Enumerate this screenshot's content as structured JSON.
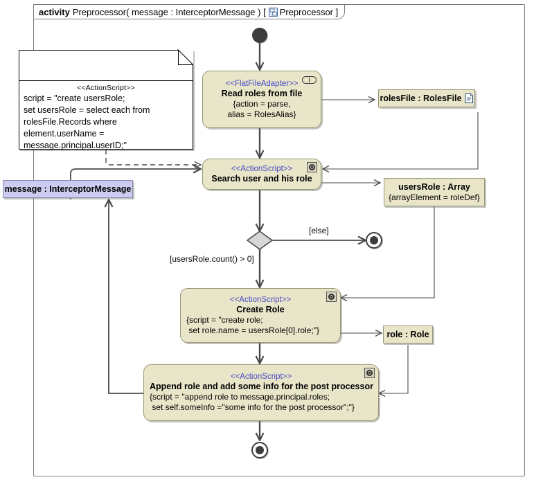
{
  "frame": {
    "keyword": "activity",
    "signature": "Preprocessor( message : InterceptorMessage ) [",
    "icon": "class-diagram-icon",
    "classifier": "Preprocessor ]"
  },
  "note": {
    "stereotype": "<<ActionScript>>",
    "text": "script = \"create usersRole;\nset usersRole = select each from\nrolesFile.Records where\nelement.userName =\nmessage.principal.userID;\""
  },
  "nodes": {
    "read_roles": {
      "stereotype": "<<FlatFileAdapter>>",
      "name": "Read roles from file",
      "props": "{action = parse,\nalias = RolesAlias}",
      "icon": "pill-adapter-icon"
    },
    "search_user": {
      "stereotype": "<<ActionScript>>",
      "name": "Search user and his role",
      "icon": "gear-icon"
    },
    "create_role": {
      "stereotype": "<<ActionScript>>",
      "name": "Create Role",
      "props": "{script = \"create role;\n set role.name = usersRole[0].role;\"}",
      "icon": "gear-icon"
    },
    "append_role": {
      "stereotype": "<<ActionScript>>",
      "name": "Append role and add some info for the post processor",
      "props": "{script = \"append role to message.principal.roles;\n set self.someInfo =\"some info for the post processor\";\"}",
      "icon": "gear-icon"
    }
  },
  "objects": {
    "roles_file": {
      "label": "rolesFile : RolesFile",
      "icon": "file-icon"
    },
    "users_role": {
      "label": "usersRole : Array",
      "sub": "{arrayElement = roleDef}"
    },
    "role": {
      "label": "role : Role"
    },
    "message_param": {
      "label": "message : InterceptorMessage"
    }
  },
  "guards": {
    "else": "[else]",
    "count": "[usersRole.count() > 0]"
  },
  "colors": {
    "node_fill": "#e8e5c8",
    "node_border": "#9a9878",
    "param_fill": "#ccccf0",
    "stereotype_text": "#4a4ac8",
    "line": "#4a4a4a",
    "frame_border": "#7a7a7a",
    "control_node": "#3c3c3c"
  }
}
